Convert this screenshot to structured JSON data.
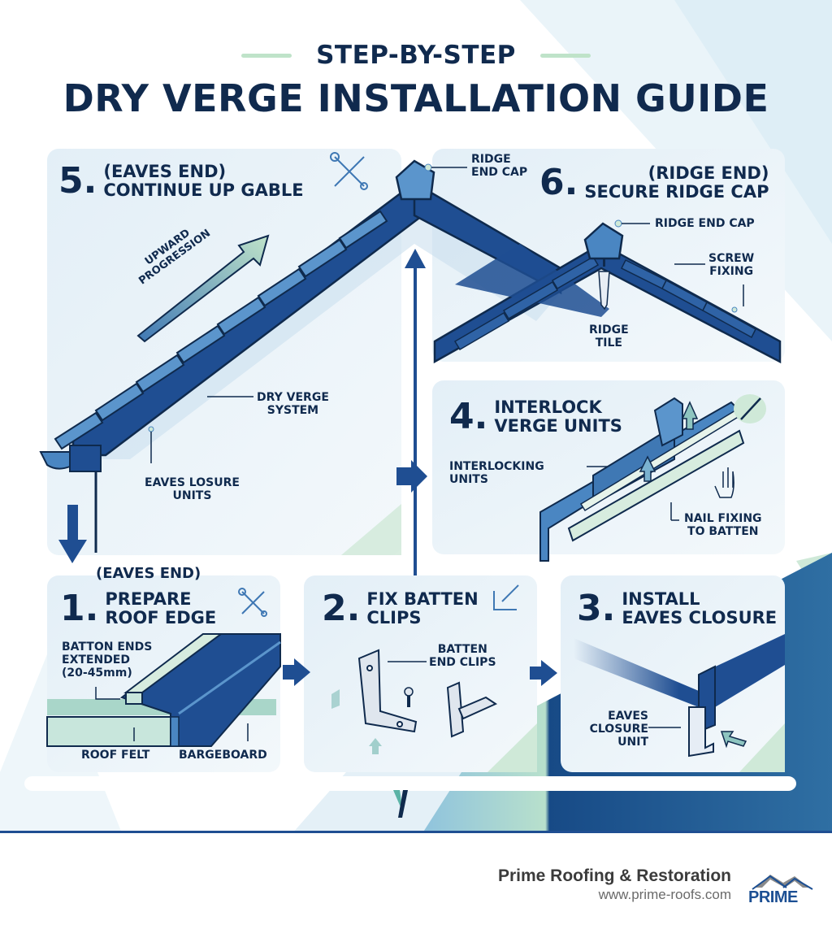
{
  "header": {
    "subtitle": "STEP-BY-STEP",
    "title": "DRY VERGE INSTALLATION GUIDE"
  },
  "colors": {
    "navy": "#102a4e",
    "roof_blue": "#1f4e92",
    "tile_blue": "#4a86c2",
    "accent_green": "#bfe3c9",
    "card_bg": "#eaf3f9"
  },
  "steps": [
    {
      "number": "1.",
      "tag": "(EAVES END)",
      "title_line1": "PREPARE",
      "title_line2": "ROOF EDGE",
      "icon": "tools-icon",
      "labels": {
        "batten": [
          "BATTON ENDS",
          "EXTENDED",
          "(20-45mm)"
        ],
        "felt": "ROOF FELT",
        "bargeboard": "BARGEBOARD"
      }
    },
    {
      "number": "2.",
      "title_line1": "FIX BATTEN",
      "title_line2": "CLIPS",
      "icon": "bracket-screw-icon",
      "labels": {
        "clips": [
          "BATTEN",
          "END CLIPS"
        ]
      }
    },
    {
      "number": "3.",
      "title_line1": "INSTALL",
      "title_line2": "EAVES CLOSURE",
      "labels": {
        "closure": [
          "EAVES",
          "CLOSURE",
          "UNIT"
        ]
      }
    },
    {
      "number": "4.",
      "title_line1": "INTERLOCK",
      "title_line2": "VERGE UNITS",
      "icon": "nail-icon",
      "labels": {
        "interlocking": [
          "INTERLOCKING",
          "UNITS"
        ],
        "nail": [
          "NAIL FIXING",
          "TO BATTEN"
        ]
      }
    },
    {
      "number": "5.",
      "tag": "(EAVES END)",
      "title": "CONTINUE UP GABLE",
      "icon": "tools-icon",
      "labels": {
        "upward": [
          "UPWARD",
          "PROGRESSION"
        ],
        "dry_verge": [
          "DRY VERGE",
          "SYSTEM"
        ],
        "eaves_units": [
          "EAVES LOSURE",
          "UNITS"
        ],
        "ridge_cap": [
          "RIDGE",
          "END CAP"
        ]
      }
    },
    {
      "number": "6.",
      "tag": "(RIDGE END)",
      "title": "SECURE RIDGE CAP",
      "labels": {
        "ridge_cap": "RIDGE END CAP",
        "screw": [
          "SCREW",
          "FIXING"
        ],
        "ridge_tile": [
          "RIDGE",
          "TILE"
        ]
      }
    }
  ],
  "footer": {
    "company": "Prime Roofing & Restoration",
    "url": "www.prime-roofs.com",
    "logo_text": "PRIME"
  }
}
